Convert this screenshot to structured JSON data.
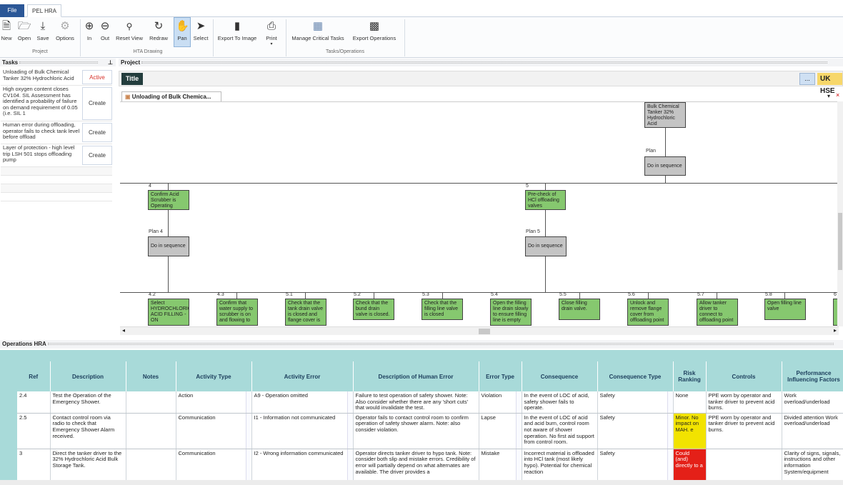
{
  "tabs": {
    "file": "File",
    "pel": "PEL HRA"
  },
  "ribbon": {
    "buttons": [
      {
        "label": "New",
        "icon": "new-file-icon"
      },
      {
        "label": "Open",
        "icon": "open-folder-icon"
      },
      {
        "label": "Save",
        "icon": "save-download-icon"
      },
      {
        "label": "Options",
        "icon": "gear-icon"
      },
      {
        "label": "In",
        "icon": "zoom-in-icon"
      },
      {
        "label": "Out",
        "icon": "zoom-out-icon"
      },
      {
        "label": "Reset View",
        "icon": "magnifier-icon"
      },
      {
        "label": "Redraw",
        "icon": "refresh-icon"
      },
      {
        "label": "Pan",
        "icon": "hand-icon"
      },
      {
        "label": "Select",
        "icon": "cursor-arrow-icon"
      },
      {
        "label": "Export To Image",
        "icon": "image-export-icon"
      },
      {
        "label": "Print",
        "icon": "printer-icon"
      },
      {
        "label": "Manage Critical Tasks",
        "icon": "critical-tasks-icon"
      },
      {
        "label": "Export Operations",
        "icon": "excel-icon"
      }
    ],
    "groups": {
      "project": "Project",
      "hta": "HTA Drawing",
      "tasksops": "Tasks/Operations"
    }
  },
  "tasks": {
    "header": "Tasks",
    "rows": [
      {
        "text": "Unloading of Bulk Chemical Tanker 32% Hydrochloric Acid",
        "button": "Active"
      },
      {
        "text": "High oxygen content closes CV104. SIL Assessment has identified a probability of failure on demand requirement of 0.05 (i.e. SIL 1",
        "button": "Create"
      },
      {
        "text": "Human error during offloading, operator fails to check tank level before offload",
        "button": "Create"
      },
      {
        "text": "Layer of protection - high level trip LSH 501 stops offloading pump",
        "button": "Create"
      }
    ]
  },
  "project": {
    "header": "Project",
    "title": "Title",
    "ellipsis": "...",
    "uk_hse": "UK HSE",
    "doc_tab": "Unloading of Bulk Chemica..."
  },
  "diagram": {
    "root_text": "Bulk Chemical Tanker 32% Hydrochloric Acid",
    "plan_label": "Plan",
    "plan_text": "Do in sequence",
    "n4": {
      "num": "4",
      "text": "Confirm Acid Scrubber is Operating"
    },
    "n5": {
      "num": "5",
      "text": "Pre-check of HCl offloading valves"
    },
    "p4": {
      "label": "Plan 4",
      "text": "Do in sequence"
    },
    "p5": {
      "label": "Plan 5",
      "text": "Do in sequence"
    },
    "leaves": [
      {
        "num": "4.2",
        "text": "Select HYDROCHLORIC ACID FILLING - ON"
      },
      {
        "num": "4.3",
        "text": "Confirm that water supply to scrubber is on and flowing to"
      },
      {
        "num": "5.1",
        "text": "Check that the tank drain valve is closed and flange cover is"
      },
      {
        "num": "5.2",
        "text": "Check that the bund drain valve is closed."
      },
      {
        "num": "5.3",
        "text": "Check that the filling line valve is closed"
      },
      {
        "num": "5.4",
        "text": "Open the filling line drain slowly to ensure filling line is empty"
      },
      {
        "num": "5.5",
        "text": "Close filling drain valve."
      },
      {
        "num": "5.6",
        "text": "Unlock and remove flange cover from offloading point"
      },
      {
        "num": "5.7",
        "text": "Allow tanker driver to connect to offloading point"
      },
      {
        "num": "5.8",
        "text": "Open filling line valve"
      },
      {
        "num": "6",
        "text": ""
      }
    ]
  },
  "ops": {
    "header": "Operations HRA",
    "columns": [
      "Ref",
      "Description",
      "Notes",
      "Activity Type",
      "Activity Error",
      "Description of Human Error",
      "Error Type",
      "Consequence",
      "Consequence Type",
      "Risk Ranking",
      "Controls",
      "Performance Influencing Factors"
    ],
    "rows": [
      {
        "ref": "2.4",
        "description": "Test the Operation of the Emergency Shower.",
        "notes": "",
        "activity_type": "Action",
        "activity_error": "A9 - Operation omitted",
        "human_error": "Failure to test operation of safety shower. Note: Also consider whether there are any 'short cuts' that would invalidate the test.",
        "error_type": "Violation",
        "consequence": "In the event of LOC of acid, safety shower fails to operate.",
        "consequence_type": "Safety",
        "risk": "None",
        "risk_class": "risk-none",
        "controls": "PPE worn by operator and tanker driver to prevent acid burns.",
        "pif": "Work overload/underload"
      },
      {
        "ref": "2.5",
        "description": "Contact control room via radio to check that Emergency Shower Alarm received.",
        "notes": "",
        "activity_type": "Communication",
        "activity_error": "I1 - Information not communicated",
        "human_error": "Operator fails to contact control room to confirm operation of safety shower alarm. Note: also consider violation.",
        "error_type": "Lapse",
        "consequence": "In the event of LOC of acid and acid burn, control room not aware of shower operation. No first aid support from control room.",
        "consequence_type": "Safety",
        "risk": "Minor. No impact on MAH. e",
        "risk_class": "risk-yellow",
        "controls": "PPE worn by operator and tanker driver to prevent acid burns.",
        "pif": "Divided attention Work overload/underload"
      },
      {
        "ref": "3",
        "description": "Direct the tanker driver to the 32% Hydrochloric Acid Bulk Storage Tank.",
        "notes": "",
        "activity_type": "Communication",
        "activity_error": "I2 - Wrong information communicated",
        "human_error": "Operator directs tanker driver to hypo tank. Note: consider both slip and mistake errors. Credibility of error will partially depend on what alternates are available. The driver provides a",
        "error_type": "Mistake",
        "consequence": "Incorrect material is offloaded into HCl tank (most likely hypo). Potential for chemical reaction",
        "consequence_type": "Safety",
        "risk": "Could (and) directly to a",
        "risk_class": "risk-red",
        "controls": "",
        "pif": "Clarity of signs, signals, instructions and other information System/equipment"
      }
    ]
  }
}
